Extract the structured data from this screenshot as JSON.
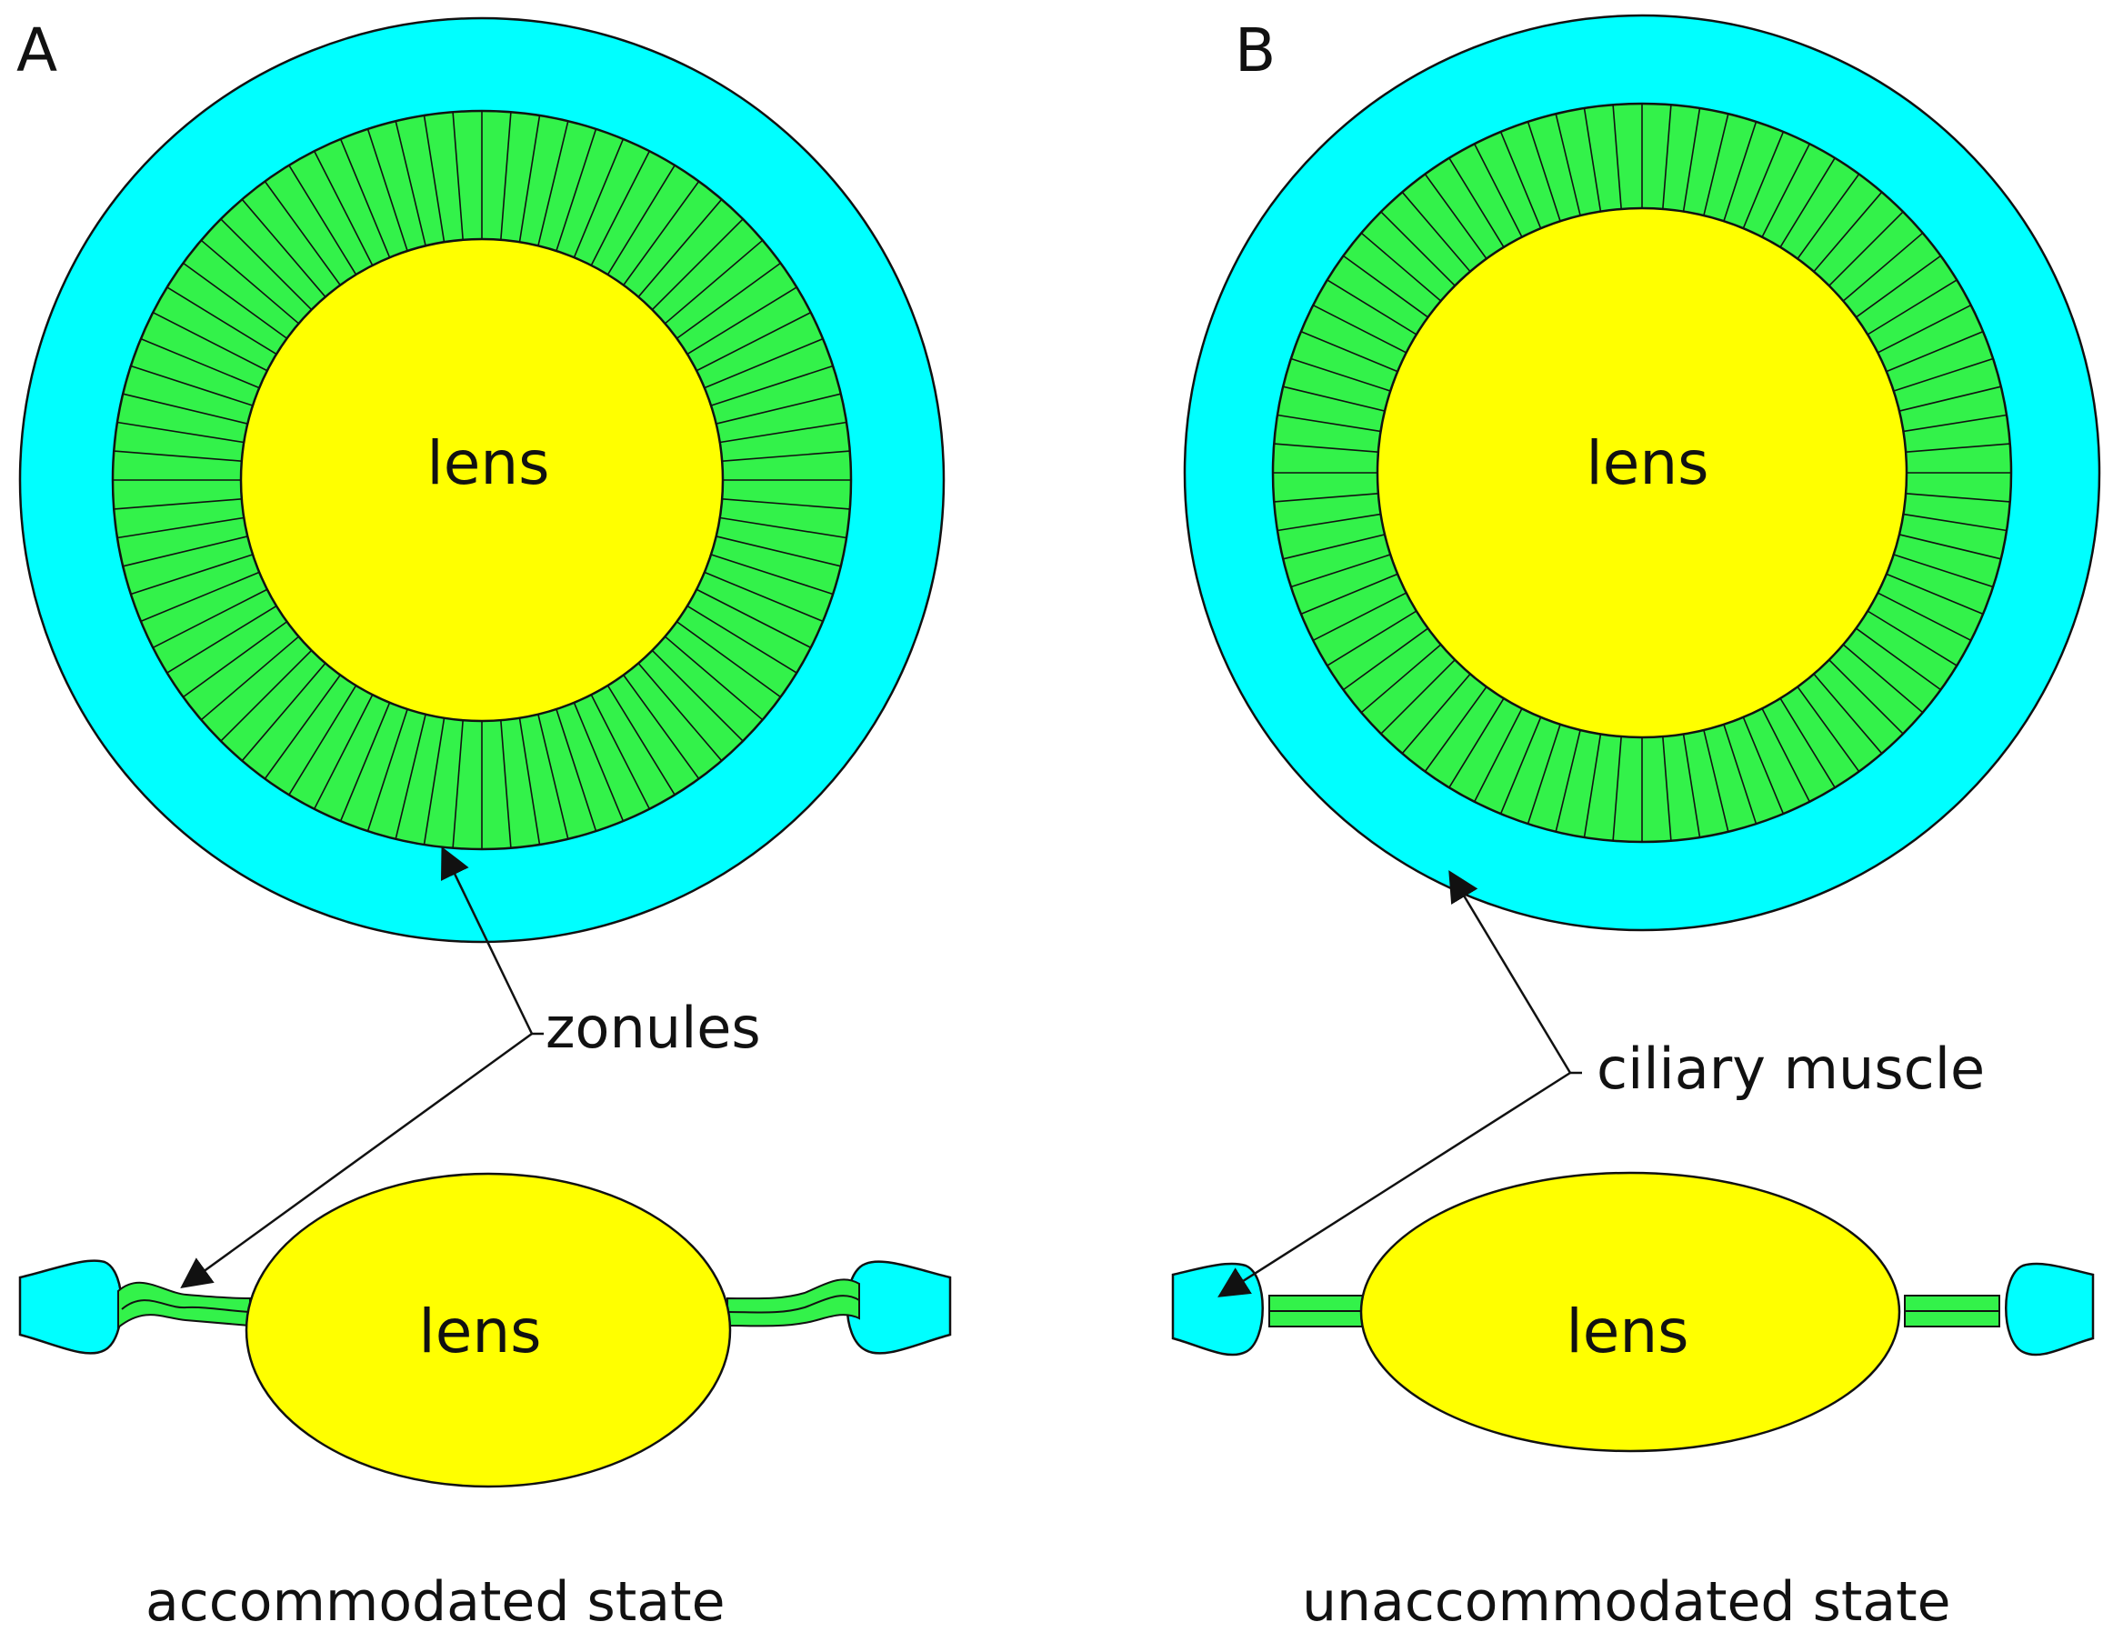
{
  "panels": {
    "a": {
      "letter": "A",
      "lens_top_label": "lens",
      "lens_side_label": "lens",
      "caption": "accommodated state"
    },
    "b": {
      "letter": "B",
      "lens_top_label": "lens",
      "lens_side_label": "lens",
      "caption": "unaccommodated state"
    }
  },
  "callouts": {
    "zonules": "zonules",
    "ciliary_muscle": "ciliary muscle"
  },
  "colors": {
    "ciliary_muscle": "#00FFFF",
    "zonules": "#33F24A",
    "lens": "#FFFF00",
    "outline": "#111111"
  }
}
